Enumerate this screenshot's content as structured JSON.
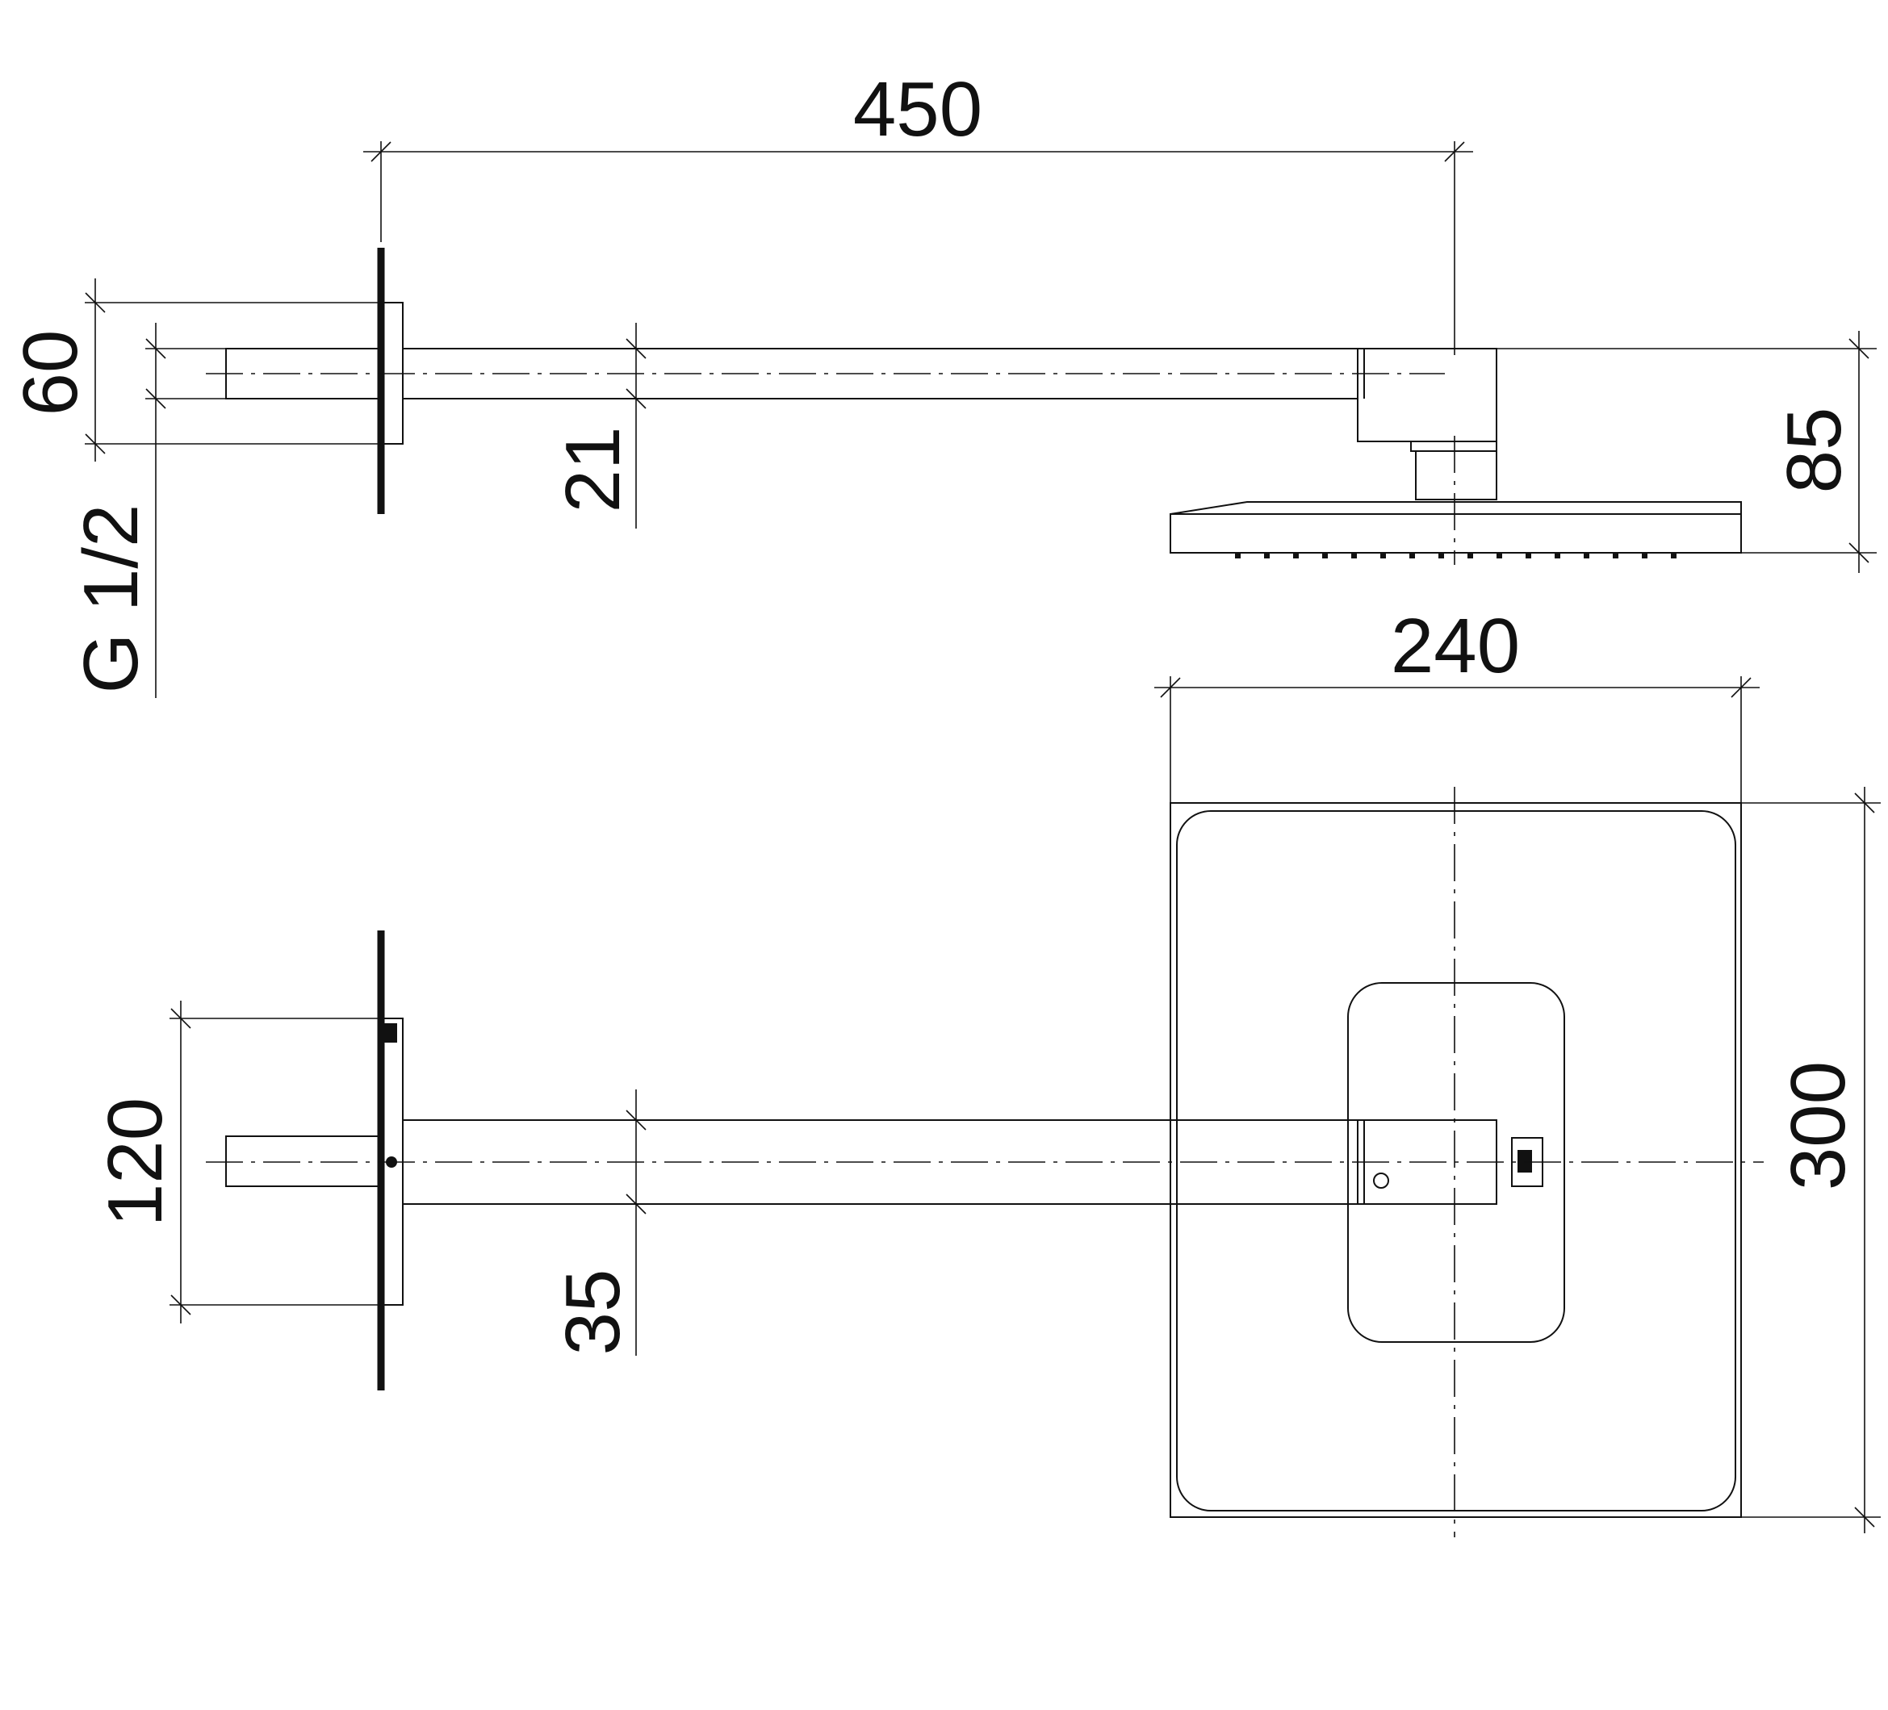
{
  "colors": {
    "line": "#111111",
    "background": "#ffffff"
  },
  "dimensions": {
    "arm_length": "450",
    "flange_height_side": "60",
    "thread": "G 1/2",
    "arm_height_side": "21",
    "head_height": "85",
    "head_width": "240",
    "flange_height_top": "120",
    "arm_width_top": "35",
    "head_length": "300"
  }
}
